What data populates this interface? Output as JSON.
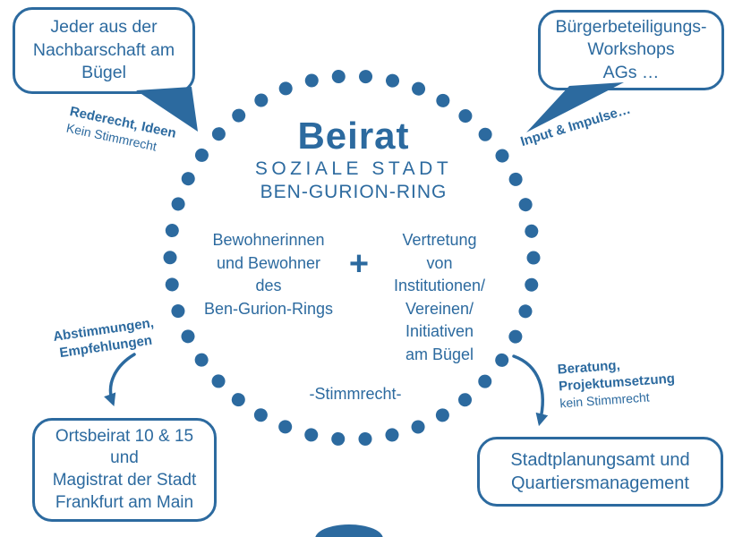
{
  "colors": {
    "accent": "#2c6a9f",
    "background": "#ffffff"
  },
  "circle": {
    "title": "Beirat",
    "subtitle_line1": "SOZIALE STADT",
    "subtitle_line2": "BEN-GURION-RING",
    "left_member": "Bewohnerinnen\nund Bewohner\ndes\nBen-Gurion-Rings",
    "plus": "+",
    "right_member": "Vertretung\nvon\nInstitutionen/\nVereinen/\nInitiativen\nam Bügel",
    "voting_note": "-Stimmrecht-"
  },
  "bubbles": {
    "top_left": "Jeder aus der\nNachbarschaft am\nBügel",
    "top_right": "Bürgerbeteiligungs-\nWorkshops\nAGs …",
    "bottom_left": "Ortsbeirat 10 & 15\nund\nMagistrat der Stadt\nFrankfurt am Main",
    "bottom_right": "Stadtplanungsamt und\nQuartiersmanagement"
  },
  "annotations": {
    "top_left": {
      "bold": "Rederecht, Ideen",
      "regular": "Kein Stimmrecht"
    },
    "top_right": {
      "bold": "Input & Impulse…"
    },
    "bottom_left": {
      "bold_line1": "Abstimmungen,",
      "bold_line2": "Empfehlungen"
    },
    "bottom_right": {
      "bold_line1": "Beratung,",
      "bold_line2": "Projektumsetzung",
      "regular": "kein Stimmrecht"
    }
  }
}
